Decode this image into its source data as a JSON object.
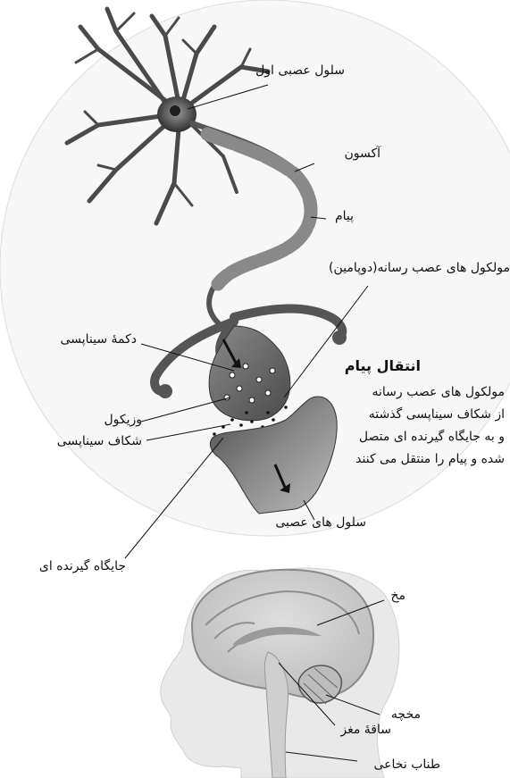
{
  "labels": {
    "first_neuron": "سلول عصبی اول",
    "axon": "آکسون",
    "message": "پیام",
    "neurotransmitters": "مولکول های عصب رسانه(دوپامین)",
    "synaptic_knob": "دکمهٔ سیناپسی",
    "vesicle": "وزیکول",
    "synaptic_cleft": "شکاف سیناپسی",
    "receptor_site": "جایگاه گیرنده ای",
    "nerve_cells": "سلول های عصبی",
    "cerebrum": "مخ",
    "cerebellum": "مخچه",
    "brainstem": "ساقهٔ مغز",
    "spinal_cord": "طناب نخاعی"
  },
  "transmission": {
    "title": "انتقال پیام",
    "line1": "مولکول های عصب رسانه",
    "line2": "از شکاف سیناپسی گذشته",
    "line3": "و به جایگاه گیرنده ای متصل",
    "line4": "شده و پیام را منتقل می کنند"
  },
  "colors": {
    "ink": "#111111",
    "neuron_fill": "#6f6f6f",
    "neuron_dark": "#3a3a3a",
    "brain_fill": "#cfcfcf",
    "head_fill": "#e6e6e6"
  }
}
